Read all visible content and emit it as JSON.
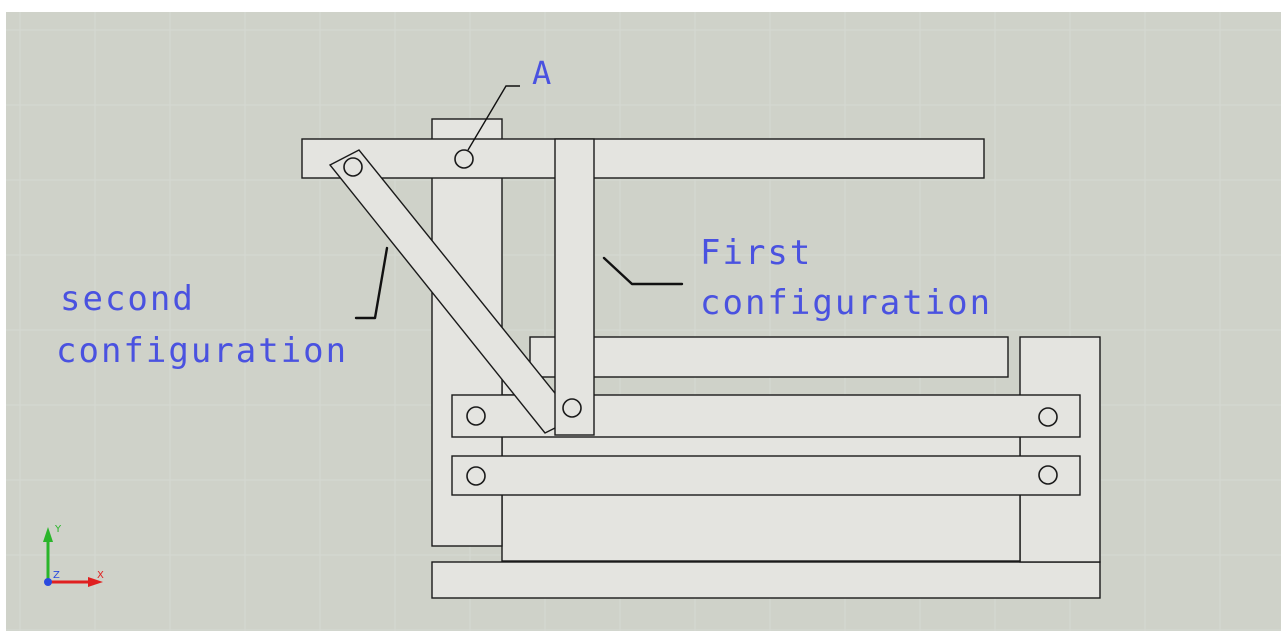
{
  "labels": {
    "point_a": "A",
    "first_configuration": [
      "First",
      "configuration"
    ],
    "second_configuration": [
      "second",
      "configuration"
    ]
  },
  "triad": {
    "y_axis": "Y",
    "z_axis": "Z",
    "x_axis": "X"
  },
  "colors": {
    "viewport_background": "#cfd2c9",
    "grid": "#d6d9d2",
    "part_fill": "#e4e4e0",
    "outline": "#1a1a1a",
    "annotation_text": "#4a52e0",
    "x_axis": "#e02020",
    "y_axis": "#2ab52a",
    "z_axis": "#2a4adf"
  }
}
